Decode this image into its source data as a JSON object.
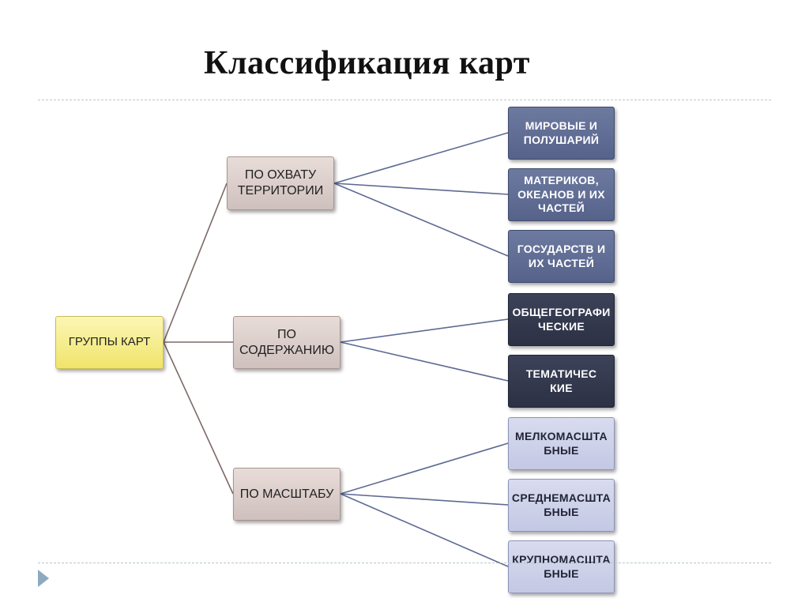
{
  "slide": {
    "title": "Классификация карт"
  },
  "diagram": {
    "root": {
      "label": "ГРУППЫ КАРТ"
    },
    "groups": [
      {
        "label": "ПО ОХВАТУ\nТЕРРИТОРИИ",
        "items": [
          "МИРОВЫЕ И\nПОЛУШАРИЙ",
          "МАТЕРИКОВ,\nОКЕАНОВ И ИХ\nЧАСТЕЙ",
          "ГОСУДАРСТВ И\nИХ ЧАСТЕЙ"
        ]
      },
      {
        "label": "ПО\nСОДЕРЖАНИЮ",
        "items": [
          "ОБЩЕГЕОГРАФИ\nЧЕСКИЕ",
          "ТЕМАТИЧЕС КИЕ"
        ]
      },
      {
        "label": "ПО МАСШТАБУ",
        "items": [
          "МЕЛКОМАСШТА\nБНЫЕ",
          "СРЕДНЕМАСШТА\nБНЫЕ",
          "КРУПНОМАСШТА\nБНЫЕ"
        ]
      }
    ]
  },
  "colors": {
    "connector": "#7e6a68",
    "connector_right": "#5d6a93",
    "divider": "#b8c6cc",
    "nav_arrow": "#8faac0"
  },
  "icons": {
    "nav": "triangle-right-icon"
  }
}
